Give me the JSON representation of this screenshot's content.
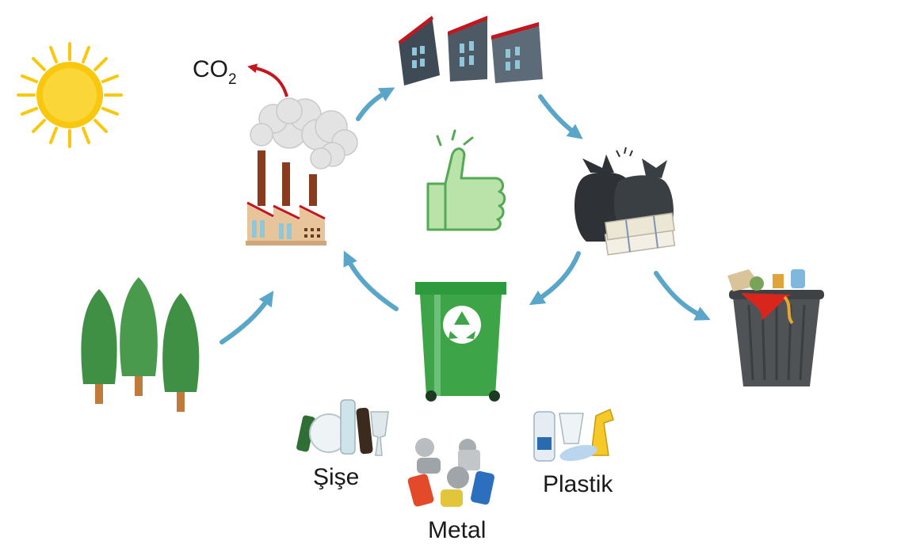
{
  "labels": {
    "co2_main": "CO",
    "co2_sub": "2",
    "glass": "Şişe",
    "metal": "Metal",
    "plastic": "Plastik"
  },
  "icons": {
    "sun": "sun-icon",
    "factory": "factory-icon",
    "buildings": "buildings-icon",
    "thumbs_up": "thumbs-up-icon",
    "garbage_bags": "garbage-bags-icon",
    "trash_can": "trash-can-icon",
    "recycle_bin": "recycle-bin-icon",
    "trees": "trees-icon"
  },
  "colors": {
    "arrow": "#5aa6c9",
    "co2_arrow": "#c4161c",
    "bin_green": "#3da447",
    "thumb_green": "#b9e3a8",
    "sun": "#f9c80e",
    "tree": "#3f8f45"
  }
}
